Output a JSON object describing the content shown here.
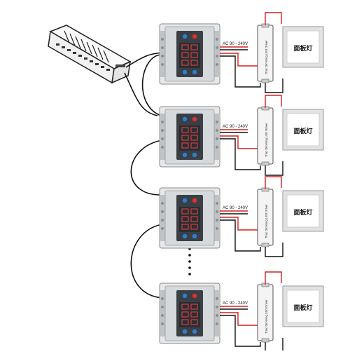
{
  "console": {
    "icon": "dmx-console-icon"
  },
  "dimmers": [
    {
      "supply_label": "AC 90 - 240V",
      "driver_label": "Triac Dimming LED Driver",
      "panel_label": "面板灯"
    },
    {
      "supply_label": "AC 90 - 240V",
      "driver_label": "Triac Dimming LED Driver",
      "panel_label": "面板灯"
    },
    {
      "supply_label": "AC 90 - 240V",
      "driver_label": "Triac Dimming LED Driver",
      "panel_label": "面板灯"
    },
    {
      "supply_label": "AC 90 - 240V",
      "driver_label": "Triac Dimming LED Driver",
      "panel_label": "面板灯"
    }
  ],
  "colors": {
    "red_wire": "#d42020",
    "black_wire": "#111111",
    "module_body": "#d6d9db",
    "display": "#2a2e33",
    "digit": "#e04040",
    "button_blue": "#2a7fd4",
    "button_red": "#e03030"
  }
}
